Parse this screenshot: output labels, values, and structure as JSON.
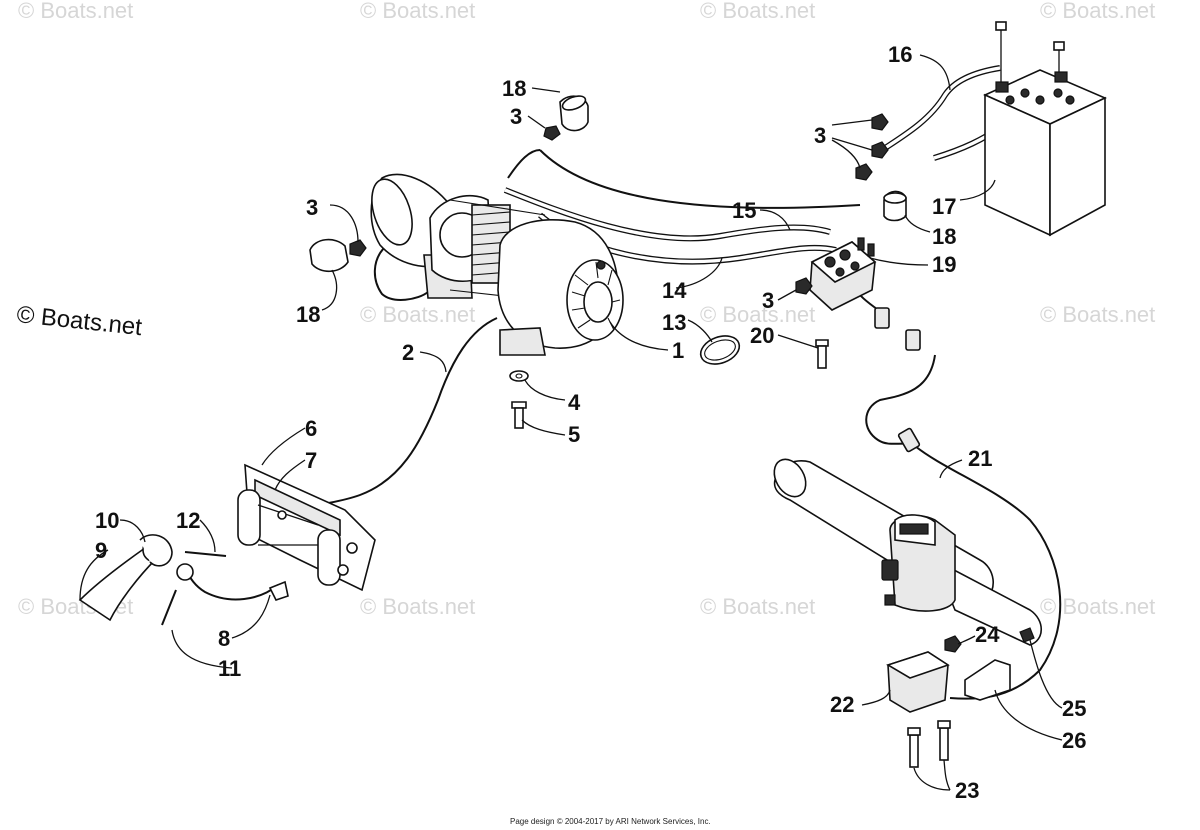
{
  "watermark": {
    "tile_text": "© Boats.net",
    "side_text": "© Boats.net"
  },
  "footer": "Page design © 2004-2017 by ARI Network Services, Inc.",
  "callouts": {
    "c1": "1",
    "c2": "2",
    "c3a": "3",
    "c3b": "3",
    "c3c": "3",
    "c3d": "3",
    "c4": "4",
    "c5": "5",
    "c6": "6",
    "c7": "7",
    "c8": "8",
    "c9": "9",
    "c10": "10",
    "c11": "11",
    "c12": "12",
    "c13": "13",
    "c14": "14",
    "c15": "15",
    "c16": "16",
    "c17": "17",
    "c18a": "18",
    "c18b": "18",
    "c18c": "18",
    "c19": "19",
    "c20": "20",
    "c21": "21",
    "c22": "22",
    "c23": "23",
    "c24": "24",
    "c25": "25",
    "c26": "26"
  }
}
